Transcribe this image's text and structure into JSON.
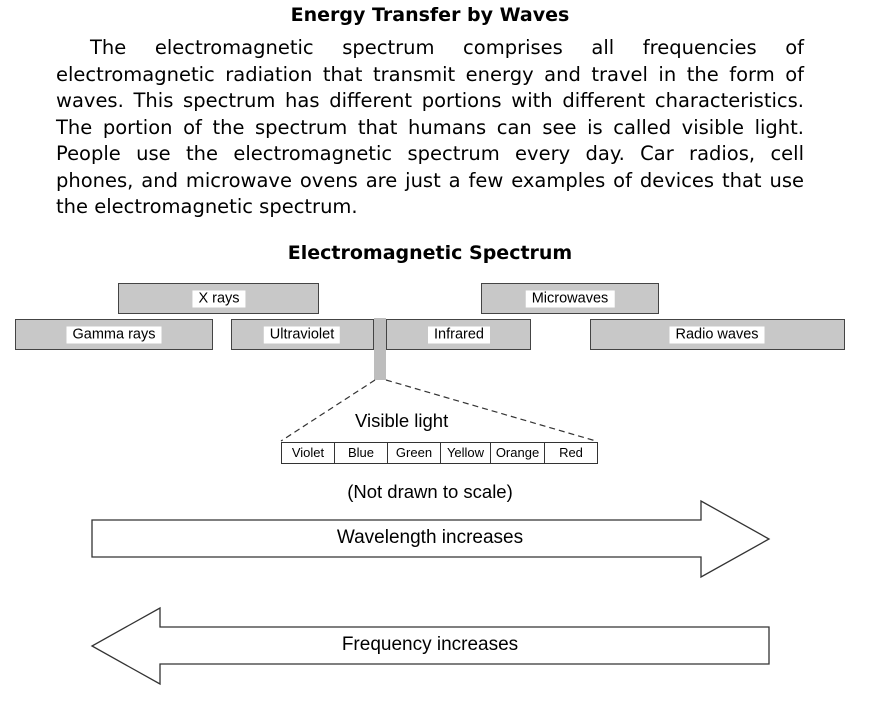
{
  "heading": "Energy Transfer by Waves",
  "paragraph": "The electromagnetic spectrum comprises all frequencies of electromagnetic radiation that transmit energy and travel in the form of waves. This spectrum has different portions with different characteristics. The portion of the spectrum that humans can see is called visible light. People use the electromagnetic spectrum every day. Car radios, cell phones, and microwave ovens are just a few examples of devices that use the electromagnetic spectrum.",
  "diagram": {
    "title": "Electromagnetic Spectrum",
    "bands": {
      "gamma_rays": "Gamma rays",
      "x_rays": "X rays",
      "ultraviolet": "Ultraviolet",
      "infrared": "Infrared",
      "microwaves": "Microwaves",
      "radio_waves": "Radio waves"
    },
    "visible_light": {
      "label": "Visible light",
      "colors": [
        "Violet",
        "Blue",
        "Green",
        "Yellow",
        "Orange",
        "Red"
      ]
    },
    "scale_note": "(Not drawn to scale)",
    "wavelength_arrow": "Wavelength increases",
    "frequency_arrow": "Frequency increases",
    "colors": {
      "band_fill": "#c8c8c8",
      "band_border": "#444444",
      "visible_band": "#bdbdbd"
    }
  }
}
